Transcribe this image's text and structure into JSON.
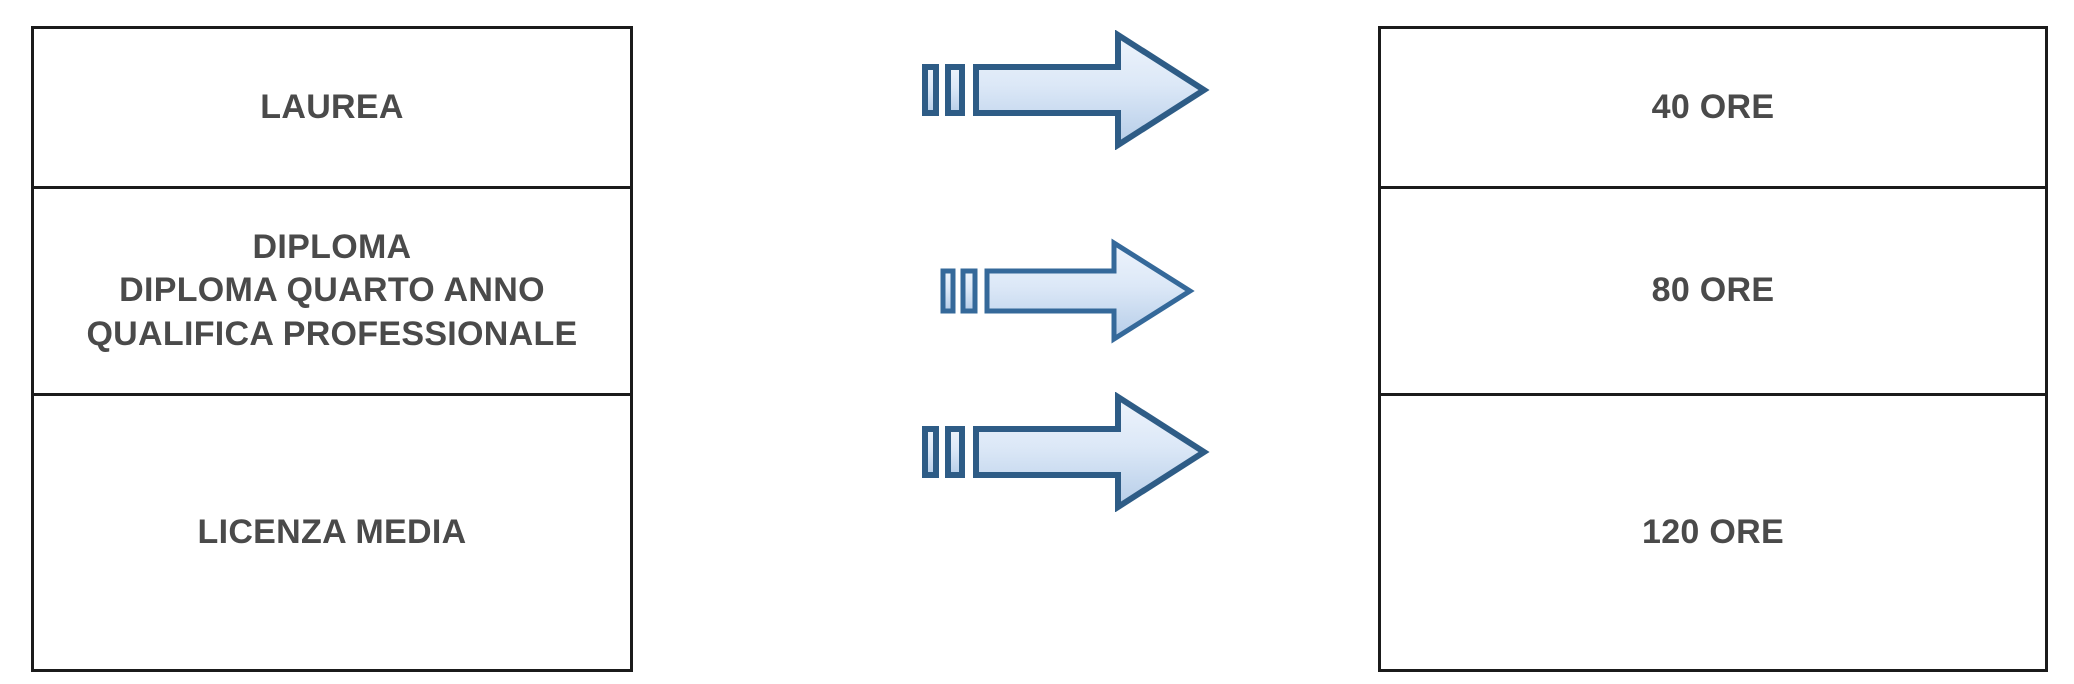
{
  "diagram": {
    "title": "",
    "colors": {
      "box_border": "#1b1b1b",
      "text": "#4a4a4a",
      "arrow_outline": "#2e5c86",
      "arrow_fill_light": "#eaf1fb",
      "arrow_fill_dark": "#bdd2ea",
      "background": "#ffffff"
    },
    "rows": [
      {
        "qualification_lines": [
          "LAUREA"
        ],
        "arrow": {
          "icon": "right-arrow-icon",
          "direction": "right",
          "style": "striped-block-arrow"
        },
        "hours": "40 ORE"
      },
      {
        "qualification_lines": [
          "DIPLOMA",
          "DIPLOMA QUARTO ANNO",
          "QUALIFICA PROFESSIONALE"
        ],
        "arrow": {
          "icon": "right-arrow-icon",
          "direction": "right",
          "style": "striped-block-arrow"
        },
        "hours": "80 ORE"
      },
      {
        "qualification_lines": [
          "LICENZA MEDIA"
        ],
        "arrow": {
          "icon": "right-arrow-icon",
          "direction": "right",
          "style": "striped-block-arrow"
        },
        "hours": "120 ORE"
      }
    ]
  }
}
